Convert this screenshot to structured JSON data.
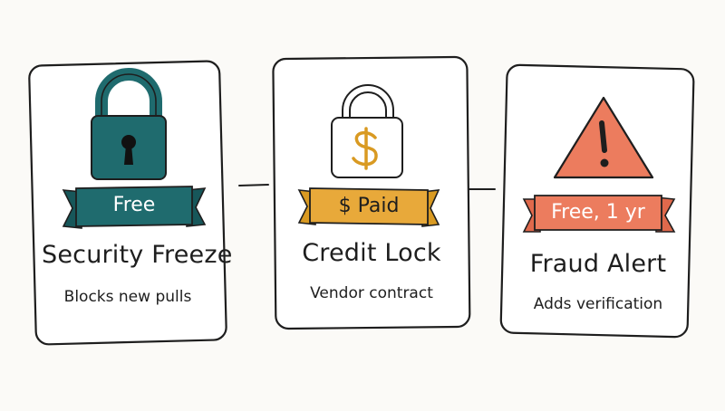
{
  "cards": [
    {
      "icon": "padlock-keyhole-icon",
      "badge": "Free",
      "title": "Security Freeze",
      "subtitle": "Blocks new pulls",
      "colors": {
        "icon": "#1f6b6e",
        "ribbon": "#1f6b6e",
        "ribbon_text": "#ffffff"
      }
    },
    {
      "icon": "padlock-dollar-icon",
      "badge": "$ Paid",
      "title": "Credit Lock",
      "subtitle": "Vendor contract",
      "colors": {
        "icon": "#d99a22",
        "ribbon": "#e8a93a",
        "ribbon_text": "#1e1e1e"
      }
    },
    {
      "icon": "warning-triangle-icon",
      "badge": "Free, 1 yr",
      "title": "Fraud Alert",
      "subtitle": "Adds verification",
      "colors": {
        "icon": "#ec7c5e",
        "ribbon": "#ec7c5e",
        "ribbon_text": "#ffffff"
      }
    }
  ]
}
